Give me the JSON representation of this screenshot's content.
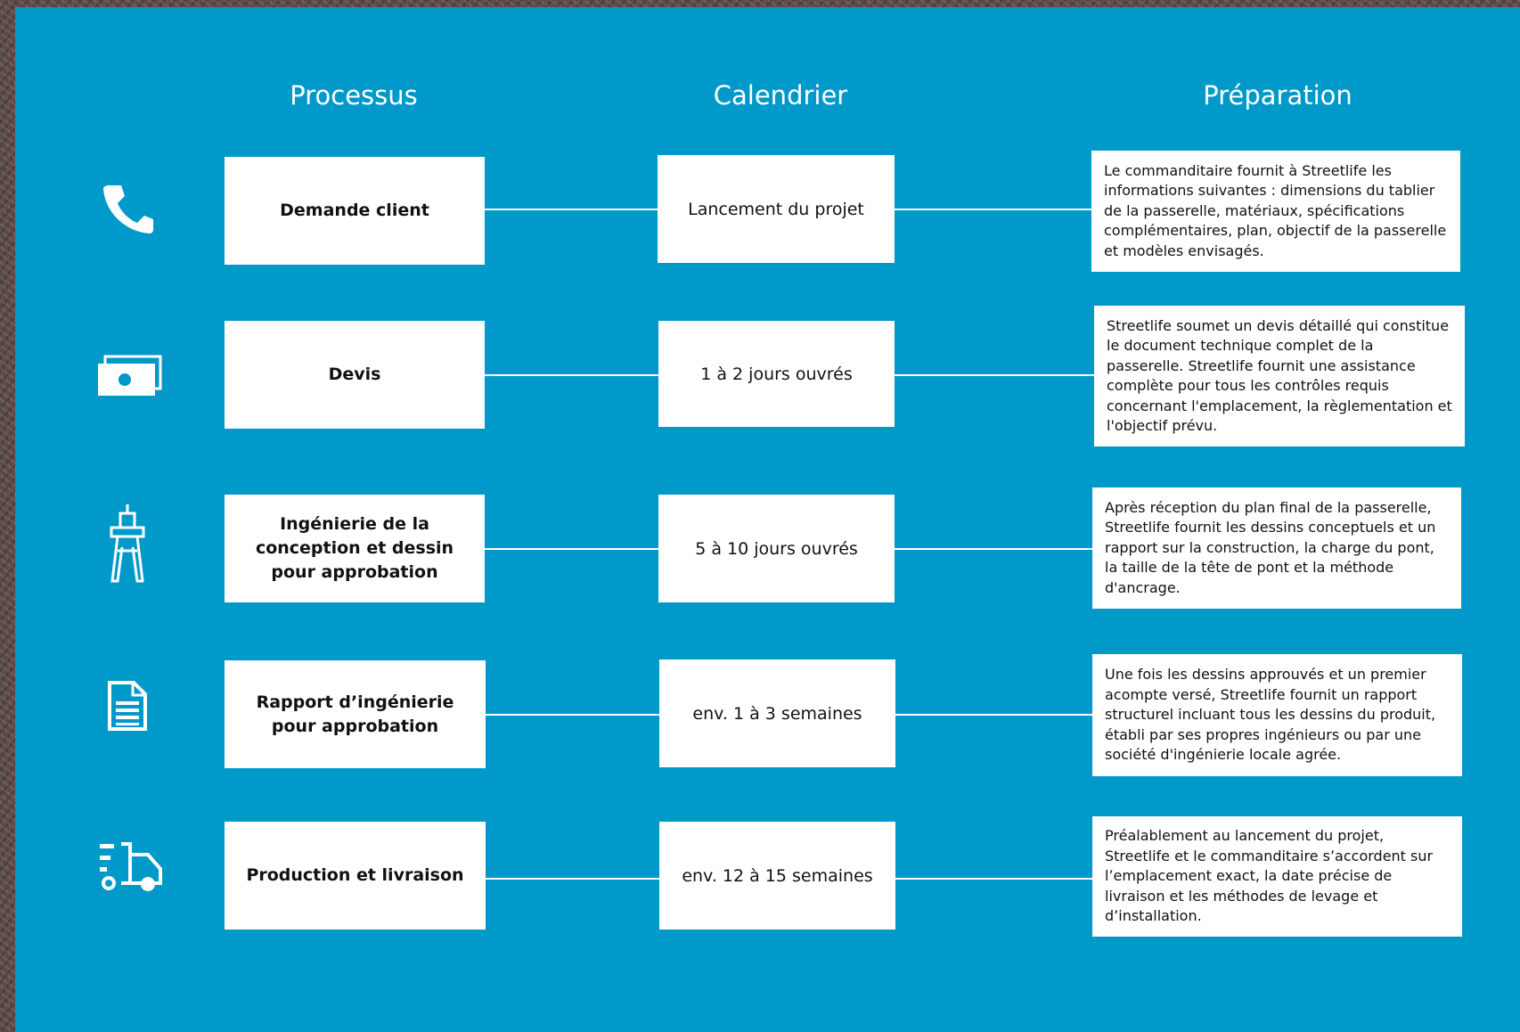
{
  "columns": {
    "processus": "Processus",
    "calendrier": "Calendrier",
    "preparation": "Préparation"
  },
  "steps": [
    {
      "icon": "phone-icon",
      "process": "Demande client",
      "calendar": "Lancement du projet",
      "preparation": "Le commanditaire fournit à Streetlife les informations suivantes : dimensions du tablier de la passerelle, matériaux, spécifications complémentaires, plan, objectif de la passerelle et modèles envisagés."
    },
    {
      "icon": "money-icon",
      "process": "Devis",
      "calendar": "1 à 2 jours ouvrés",
      "preparation": "Streetlife soumet un devis détaillé qui constitue le document technique complet de la passerelle. Streetlife fournit une assistance complète pour tous les contrôles requis concernant l'emplacement, la règlementation et l'objectif prévu."
    },
    {
      "icon": "compass-icon",
      "process": "Ingénierie de la conception et dessin pour approbation",
      "calendar": "5 à 10 jours ouvrés",
      "preparation": "Après réception du plan final de la passerelle, Streetlife fournit les dessins conceptuels et un rapport sur la construction, la charge du pont, la taille de la tête de pont et la méthode d'ancrage."
    },
    {
      "icon": "document-icon",
      "process": "Rapport d’ingénierie pour approbation",
      "calendar": "env. 1 à 3 semaines",
      "preparation": "Une fois les dessins approuvés et un premier acompte versé, Streetlife fournit un rapport structurel incluant tous les dessins du produit, établi par ses propres ingénieurs ou par une société d'ingénierie locale agrée."
    },
    {
      "icon": "truck-icon",
      "process": "Production et livraison",
      "calendar": "env. 12 à 15 semaines",
      "preparation": "Préalablement au lancement du projet, Streetlife et le commanditaire s’accordent sur l’emplacement exact, la date précise de livraison et les méthodes de levage et d’installation."
    }
  ],
  "colors": {
    "panel": "#0199c9",
    "box": "#ffffff",
    "border": "#5c4b45"
  }
}
